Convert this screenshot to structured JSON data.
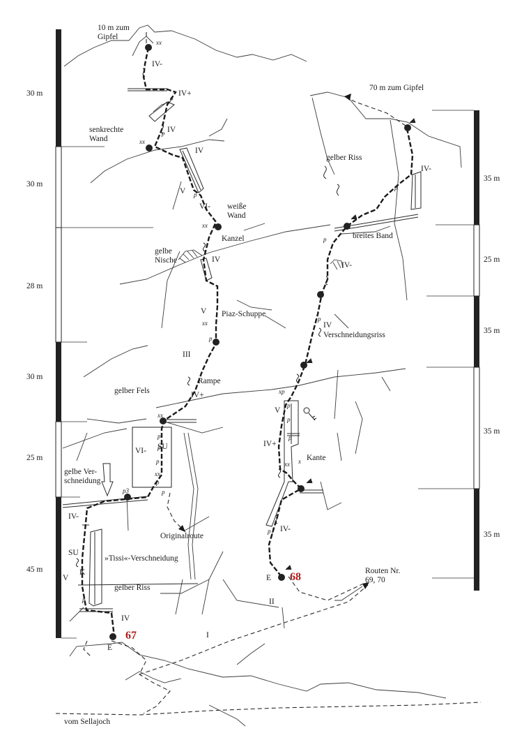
{
  "colors": {
    "ink": "#2a2a2a",
    "route_number": "#b01a1a",
    "paper": "#ffffff"
  },
  "left_scale": [
    "30 m",
    "30 m",
    "28 m",
    "30 m",
    "25 m",
    "45 m"
  ],
  "right_scale": [
    "35 m",
    "25 m",
    "35 m",
    "35 m",
    "35 m"
  ],
  "labels": {
    "summit_left": "10 m zum\nGipfel",
    "summit_right": "70 m zum Gipfel",
    "senkrechte_wand": "senkrechte\nWand",
    "weisse_wand": "weiße\nWand",
    "kanzel": "Kanzel",
    "gelbe_nische": "gelbe\nNische",
    "piaz_schuppe": "Piaz-Schuppe",
    "rampe": "Rampe",
    "gelber_fels": "gelber Fels",
    "gelbe_verschneidung": "gelbe Ver-\nschneidung",
    "originalroute": "Originalroute",
    "tissi": "»Tissi«-Verschneidung",
    "gelber_riss_left": "gelber Riss",
    "gelber_riss_right": "gelber Riss",
    "breites_band": "breites Band",
    "verschneidungsriss": "Verschneidungsriss",
    "kante": "Kante",
    "routen_nr": "Routen Nr.\n69, 70",
    "vom_sellajoch": "vom Sellajoch",
    "start_left": "E",
    "start_right": "E"
  },
  "route_67": {
    "number": "67",
    "grades": [
      "IV-",
      "IV+",
      "IV",
      "IV",
      "V",
      "VI-",
      "IV",
      "V",
      "III",
      "IV+",
      "VI-",
      "SU",
      "IV-",
      "SU",
      "K",
      "V",
      "IV"
    ]
  },
  "route_68": {
    "number": "68",
    "grades": [
      "IV-",
      "IV-",
      "IV",
      "V",
      "IV+",
      "IV-",
      "II",
      "I"
    ]
  }
}
